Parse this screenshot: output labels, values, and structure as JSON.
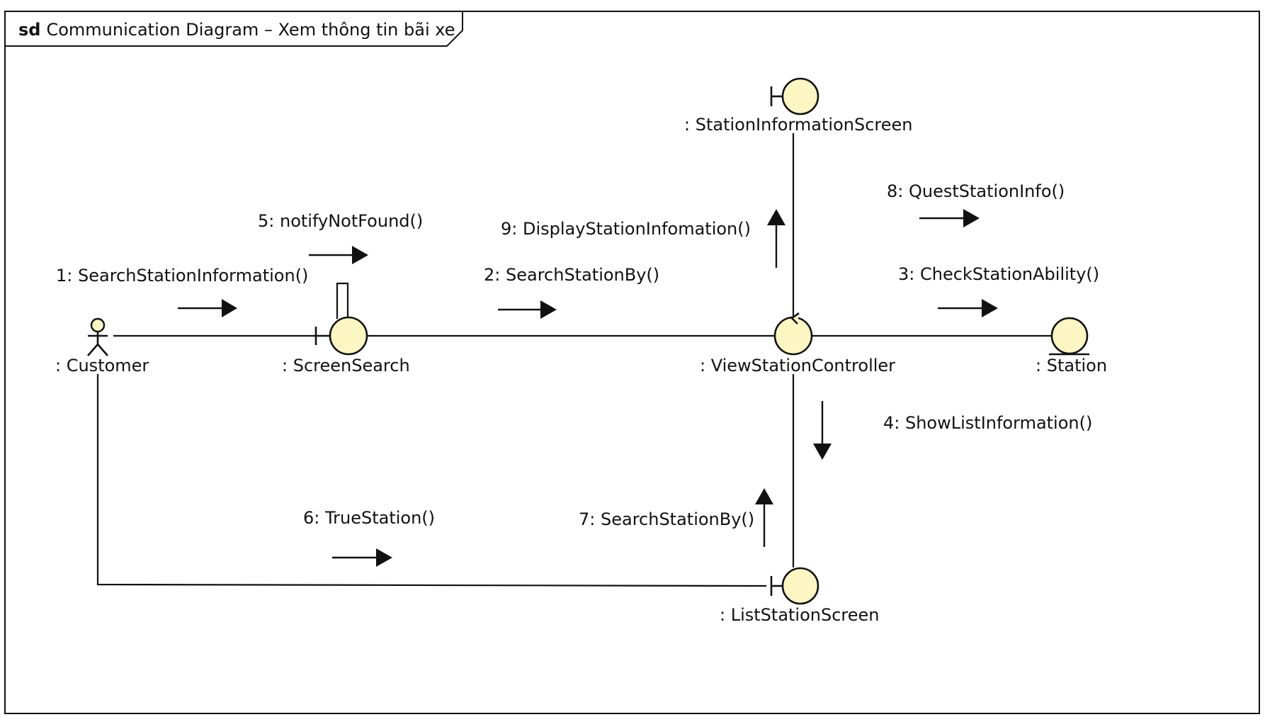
{
  "frame": {
    "keyword": "sd",
    "title": "Communication Diagram – Xem thông tin bãi xe"
  },
  "objects": {
    "customer": {
      "label": ": Customer",
      "kind": "actor"
    },
    "screen_search": {
      "label": ": ScreenSearch",
      "kind": "boundary"
    },
    "controller": {
      "label": ": ViewStationController",
      "kind": "control"
    },
    "station": {
      "label": ": Station",
      "kind": "entity"
    },
    "info_screen": {
      "label": ": StationInformationScreen",
      "kind": "boundary"
    },
    "list_screen": {
      "label": ": ListStationScreen",
      "kind": "boundary"
    }
  },
  "messages": {
    "m1": "1: SearchStationInformation()",
    "m2": "2: SearchStationBy()",
    "m3": "3: CheckStationAbility()",
    "m4": "4: ShowListInformation()",
    "m5": "5: notifyNotFound()",
    "m6": "6: TrueStation()",
    "m7": "7: SearchStationBy()",
    "m8": "8: QuestStationInfo()",
    "m9": "9: DisplayStationInfomation()"
  },
  "colors": {
    "shape_fill": "#fcf6c3",
    "stroke": "#111111",
    "background": "#ffffff"
  }
}
